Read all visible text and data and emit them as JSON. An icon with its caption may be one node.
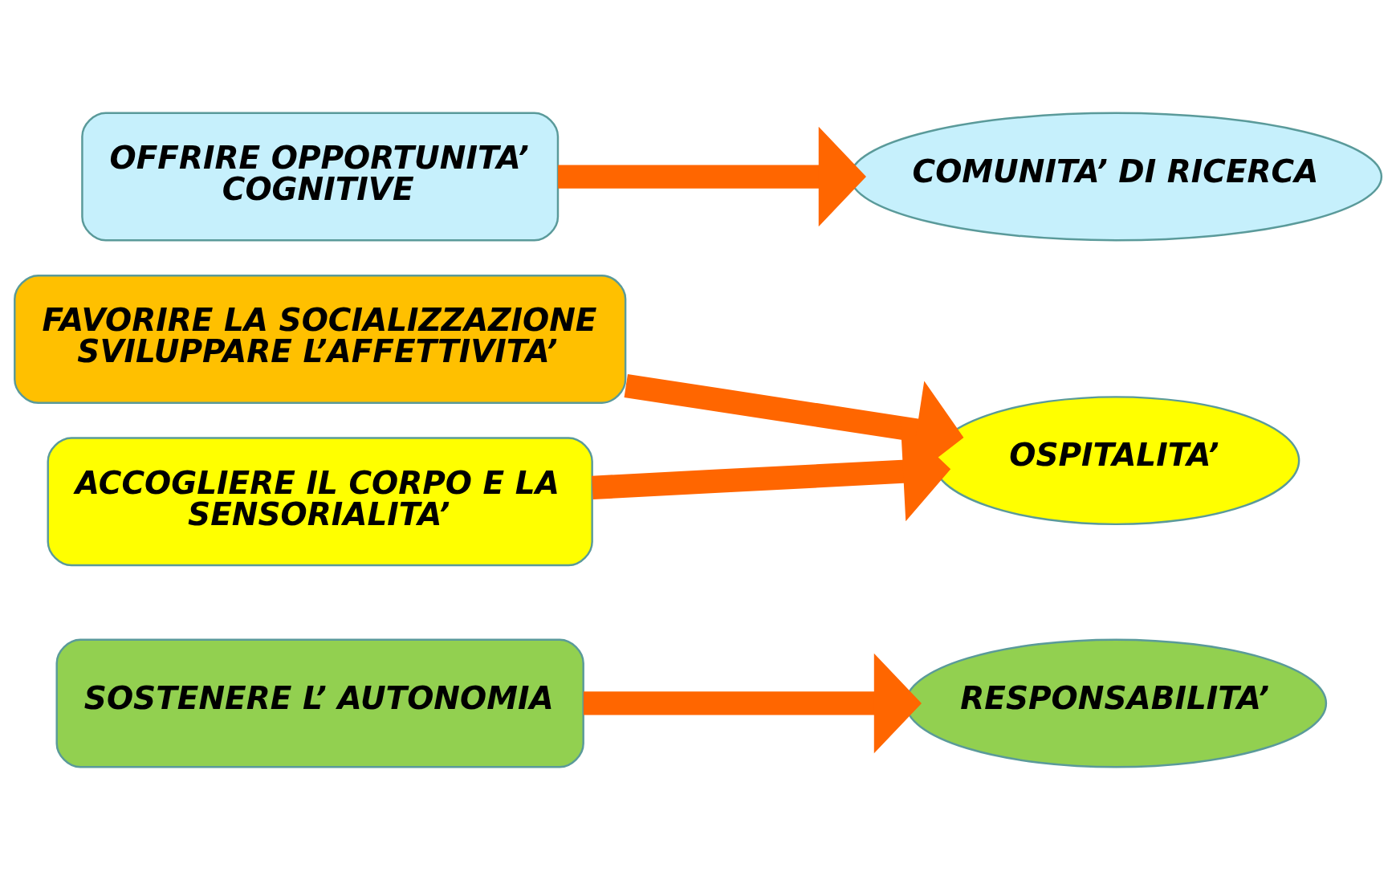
{
  "diagram": {
    "nodes": [
      {
        "text": [
          "OFFRIRE OPPORTUNITA’ COGNITIVE"
        ]
      },
      {
        "text": [
          "COMUNITA’ DI RICERCA"
        ]
      },
      {
        "text": [
          "ACCOGLIERE IL CORPO E LA SENSORIALITA’"
        ]
      },
      {
        "text": [
          "FAVORIRE LA SOCIALIZZAZIONE SVILUPPARE L’AFFETTIVITA’"
        ]
      },
      {
        "text": [
          "OSPITALITA’"
        ]
      },
      {
        "text": [
          "SOSTENERE L’ AUTONOMIA"
        ]
      },
      {
        "text": [
          "RESPONSABILITA’"
        ]
      }
    ],
    "edges": [
      {
        "from": 0,
        "to": 1,
        "arrow": "to"
      },
      {
        "from": 2,
        "to": 4,
        "arrow": "to"
      },
      {
        "from": 3,
        "to": 4,
        "arrow": "to"
      },
      {
        "from": 5,
        "to": 6,
        "arrow": "to"
      }
    ]
  }
}
